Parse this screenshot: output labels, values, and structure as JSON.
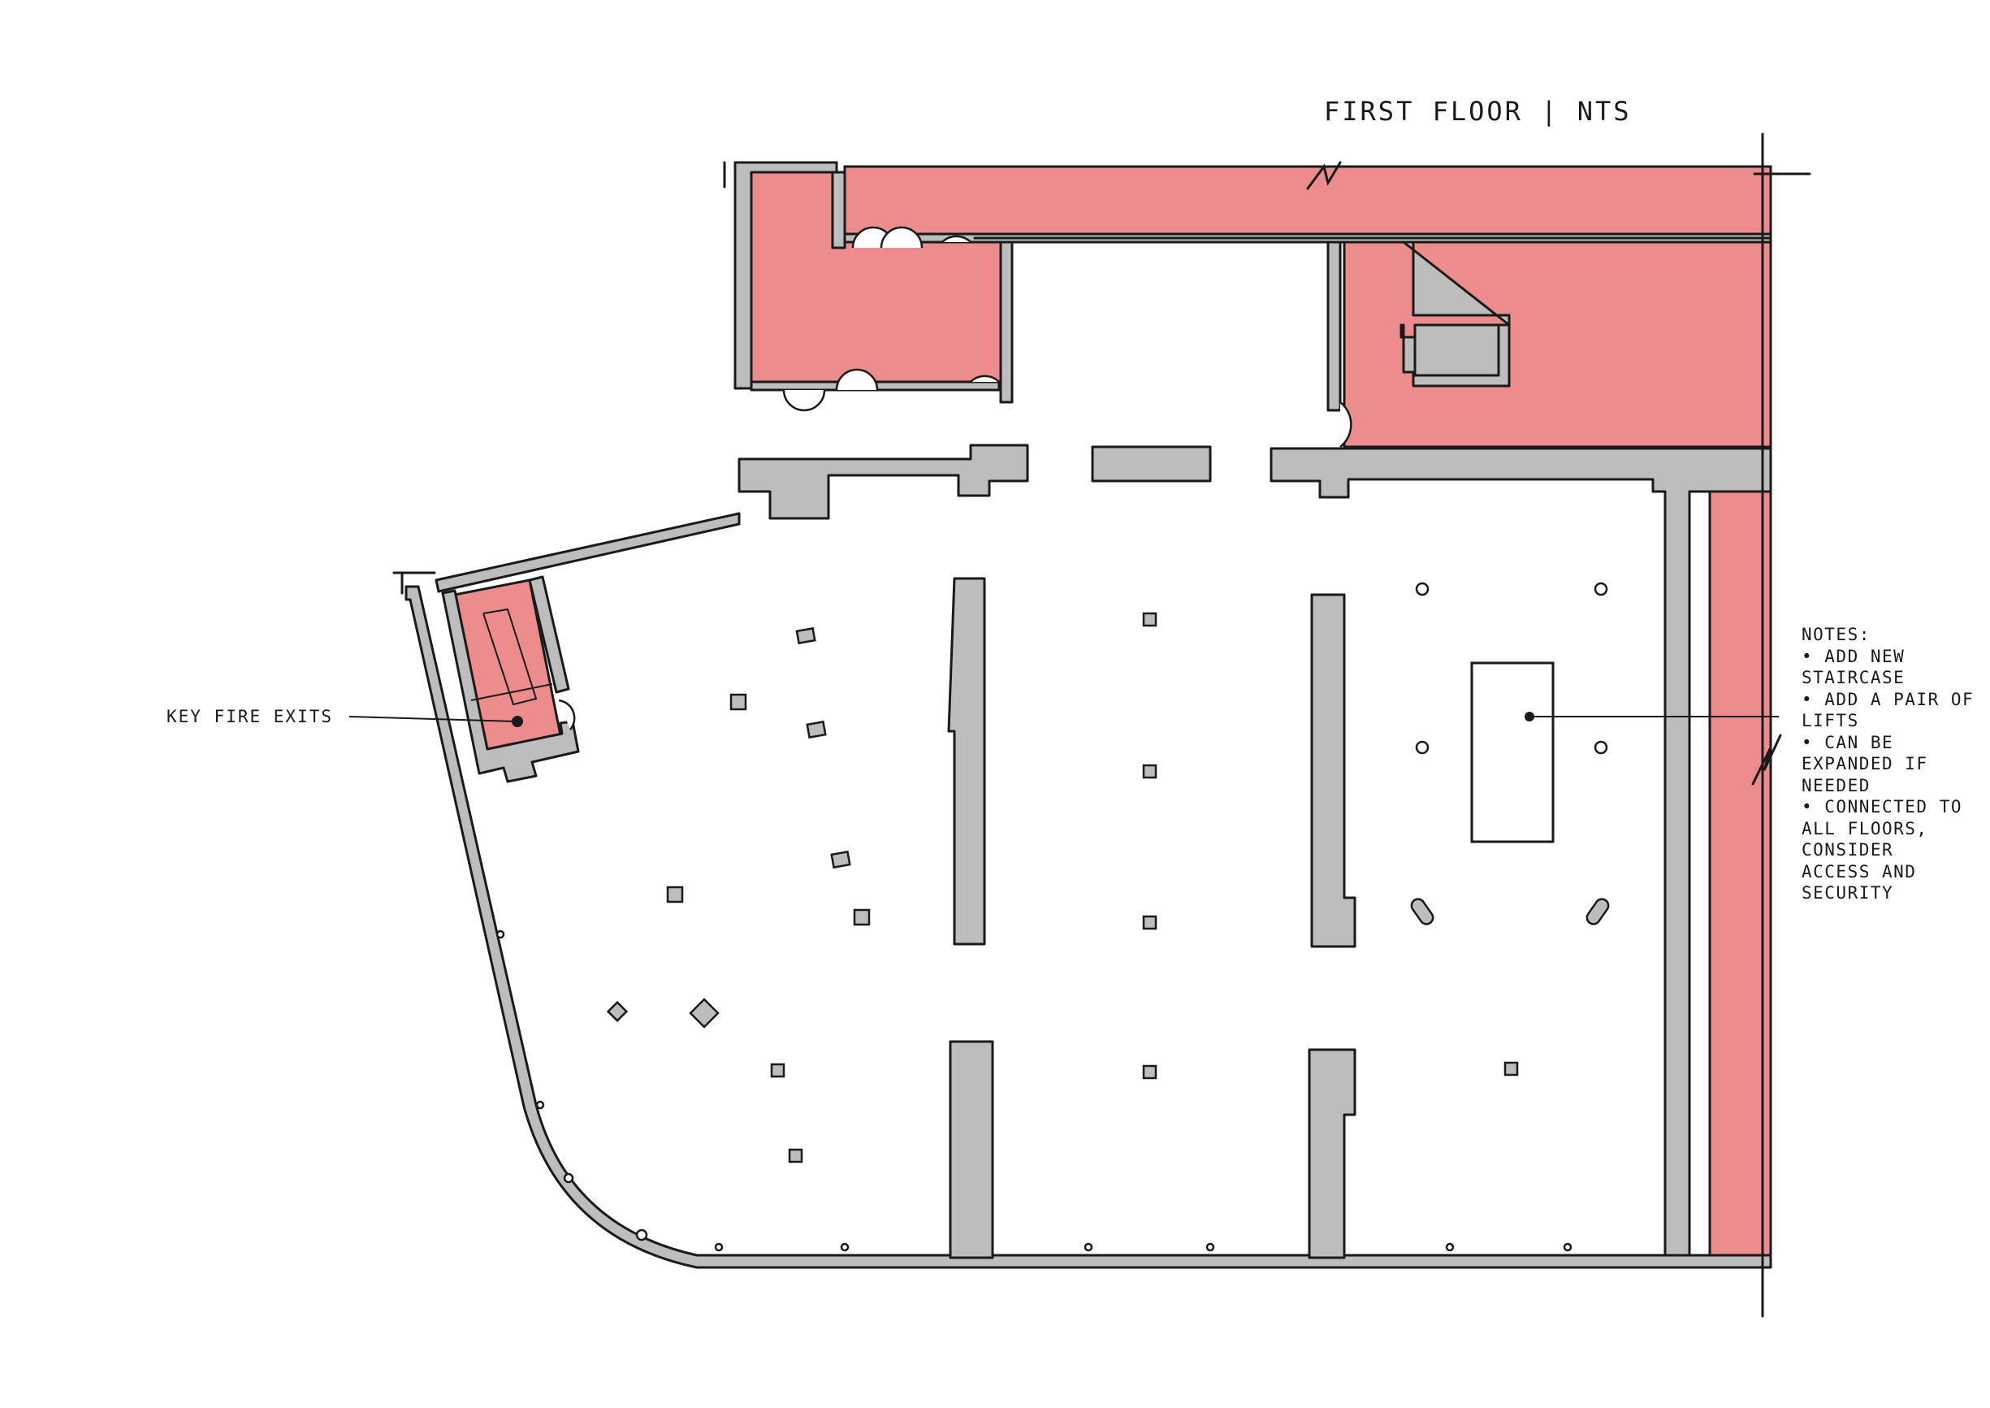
{
  "title": "FIRST FLOOR | NTS",
  "callouts": {
    "fire_exits": "KEY FIRE EXITS"
  },
  "notes": {
    "heading": "NOTES:",
    "lines": [
      "• ADD NEW",
      "STAIRCASE",
      "• ADD A PAIR OF",
      "LIFTS",
      "• CAN BE",
      "EXPANDED IF",
      "NEEDED",
      "• CONNECTED TO",
      "ALL FLOORS,",
      "CONSIDER",
      "ACCESS AND",
      "SECURITY"
    ]
  },
  "colors": {
    "zone": "#ec8c8c",
    "wall": "#bdbdbd",
    "ink": "#1a1a1a"
  }
}
